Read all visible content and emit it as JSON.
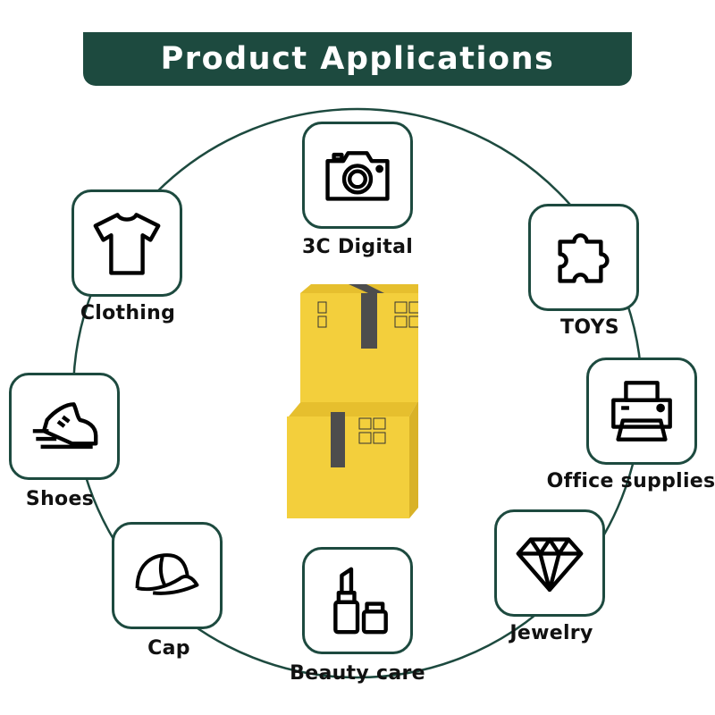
{
  "header": {
    "title": "Product Applications"
  },
  "center_image": {
    "icon": "stacked-cardboard-boxes",
    "color": "#f3cf3c"
  },
  "colors": {
    "brand": "#1d4a3f",
    "box": "#f3cf3c",
    "tape": "#4d4d4d"
  },
  "items": [
    {
      "label": "3C Digital",
      "icon": "camera-icon"
    },
    {
      "label": "TOYS",
      "icon": "puzzle-piece-icon"
    },
    {
      "label": "Office supplies",
      "icon": "printer-icon"
    },
    {
      "label": "Jewelry",
      "icon": "diamond-icon"
    },
    {
      "label": "Beauty care",
      "icon": "lipstick-icon"
    },
    {
      "label": "Cap",
      "icon": "cap-icon"
    },
    {
      "label": "Shoes",
      "icon": "shoe-icon"
    },
    {
      "label": "Clothing",
      "icon": "tshirt-icon"
    }
  ]
}
